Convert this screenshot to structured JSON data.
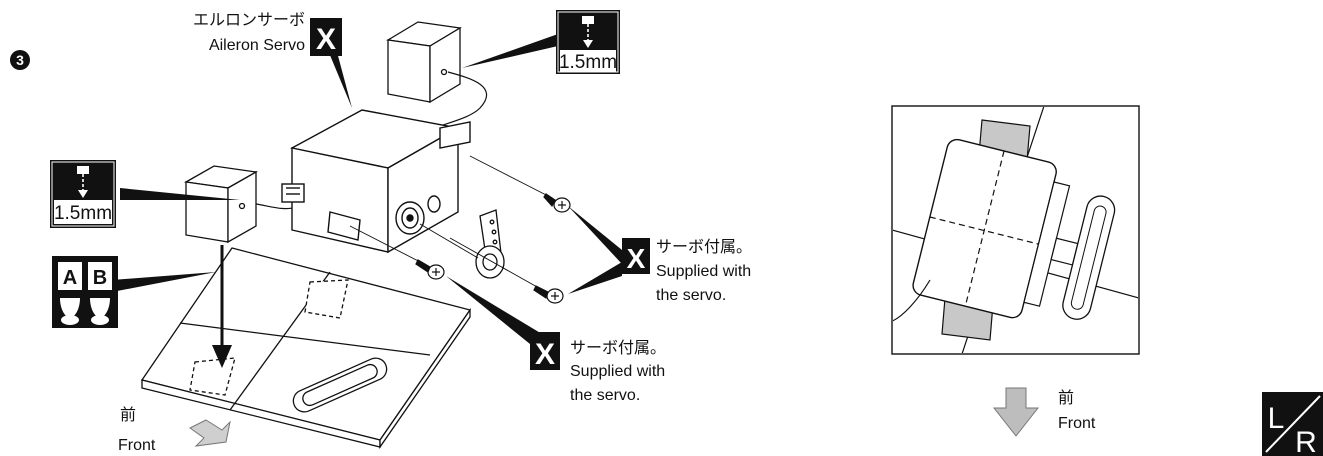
{
  "step": {
    "number": "3"
  },
  "left_diagram": {
    "servo_label": {
      "jp": "エルロンサーボ",
      "en": "Aileron Servo",
      "code": "X"
    },
    "drill_top": {
      "size": "1.5mm"
    },
    "drill_left": {
      "size": "1.5mm"
    },
    "glue_badge": {
      "a": "A",
      "b": "B"
    },
    "screws_right": {
      "jp": "サーボ付属。",
      "en1": "Supplied with",
      "en2": "the servo.",
      "code": "X"
    },
    "screws_bottom": {
      "jp": "サーボ付属。",
      "en1": "Supplied with",
      "en2": "the servo.",
      "code": "X"
    },
    "front": {
      "jp": "前",
      "en": "Front"
    }
  },
  "right_diagram": {
    "front": {
      "jp": "前",
      "en": "Front"
    }
  },
  "side_badge": {
    "l": "L",
    "r": "R"
  },
  "colors": {
    "ink": "#111111",
    "gray_fill": "#c8c8c8",
    "arrow_gray": "#bdbdbd"
  }
}
